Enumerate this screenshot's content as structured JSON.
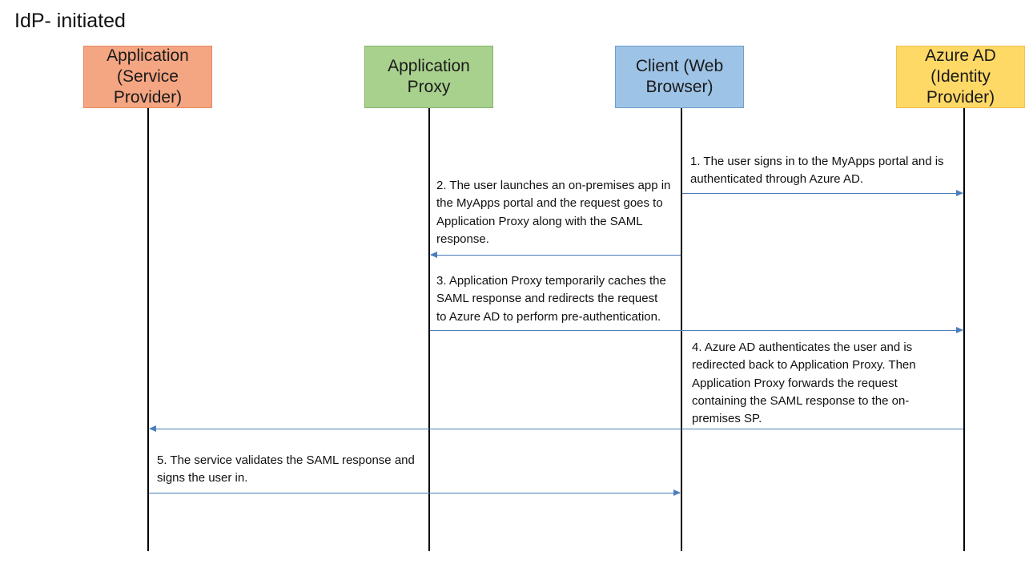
{
  "title": "IdP- initiated",
  "actors": {
    "app": "Application\n(Service\nProvider)",
    "proxy": "Application\nProxy",
    "client": "Client (Web\nBrowser)",
    "azure": "Azure AD\n(Identity\nProvider)"
  },
  "messages": [
    {
      "from": "Client (Web Browser)",
      "to": "Azure AD (Identity Provider)",
      "text": "1. The user signs in to the MyApps portal and is\nauthenticated through Azure AD."
    },
    {
      "from": "Client (Web Browser)",
      "to": "Application Proxy",
      "text": "2. The user launches an on-premises app in\nthe MyApps portal and the request goes to\nApplication Proxy along with the SAML\nresponse."
    },
    {
      "from": "Application Proxy",
      "to": "Azure AD (Identity Provider)",
      "text": "3. Application Proxy temporarily caches the\nSAML response and redirects the request\nto Azure AD to perform pre-authentication."
    },
    {
      "from": "Azure AD (Identity Provider)",
      "to": "Application (Service Provider)",
      "text": "4. Azure AD authenticates the user and is\nredirected back to Application Proxy. Then\nApplication Proxy forwards the request\ncontaining the SAML response to the on-\npremises SP."
    },
    {
      "from": "Application (Service Provider)",
      "to": "Client (Web Browser)",
      "text": "5. The service validates the SAML response and\nsigns the user in."
    }
  ],
  "colors": {
    "app": "#f4a582",
    "proxy": "#a9d18e",
    "client": "#9dc3e6",
    "azure": "#ffd966",
    "arrow": "#4a7ebb",
    "lifeline": "#000000"
  }
}
